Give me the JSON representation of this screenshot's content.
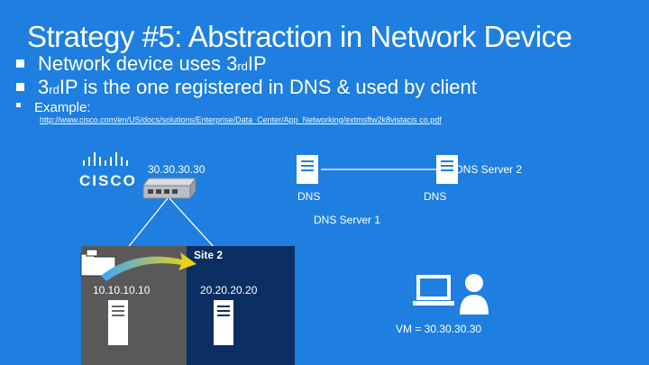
{
  "slide": {
    "title": "Strategy #5: Abstraction in Network Device",
    "bullets": [
      {
        "pre": "Network device uses 3",
        "sup": "rd",
        "post": " IP"
      },
      {
        "pre": "3",
        "sup": "rd",
        "post": " IP is the one registered in DNS & used by client"
      },
      {
        "pre": "Example:",
        "sup": "",
        "post": ""
      }
    ],
    "url": "http://www.cisco.com/en/US/docs/solutions/Enterprise/Data_Center/App_Networking/extmsftw2k8vistacis co.pdf"
  },
  "diagram": {
    "logo_text": "CISCO",
    "device_ip": "30.30.30.30",
    "dns_server2_label": "DNS Server 2",
    "dns_left_label": "DNS",
    "dns_right_label": "DNS",
    "dns_server1_label": "DNS Server 1",
    "site1_ip": "10.10.10.10",
    "site2_label": "Site 2",
    "site2_ip": "20.20.20.20",
    "vm_label": "VM = 30.30.30.30",
    "colors": {
      "background": "#1e7fe0",
      "site1": "#595959",
      "site2": "#0b2e63",
      "arrow_start": "#3aa6ff",
      "arrow_end": "#ffd400"
    },
    "icons": [
      "cisco-logo",
      "network-device-icon",
      "server-icon",
      "folder-icon",
      "migration-arrow",
      "laptop-icon",
      "user-icon"
    ]
  }
}
